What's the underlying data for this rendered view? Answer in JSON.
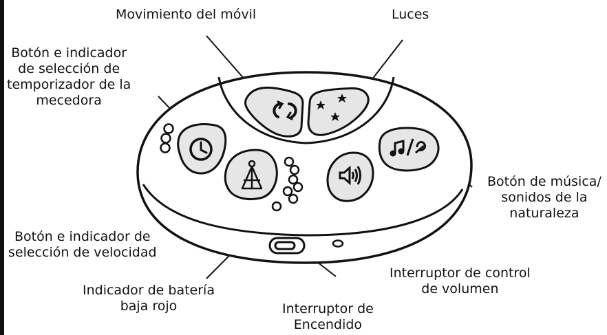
{
  "labels": {
    "movement": "Movimiento del móvil",
    "lights": "Luces",
    "timer": "Botón e indicador\nde selección de\ntemporizador de la\nmecedora",
    "speed": "Botón e indicador de\nselección de velocidad",
    "battery": "Indicador de batería\nbaja rojo",
    "power": "Interruptor de\nEncendido",
    "volume": "Interruptor de control\nde volumen",
    "music": "Botón de música/\nsonidos de la\nnaturaleza"
  },
  "icons": [
    "rotate-icon",
    "stars-icon",
    "clock-icon",
    "metronome-icon",
    "speaker-icon",
    "music-nature-icon",
    "power-switch-icon"
  ],
  "colors": {
    "button_fill": "#e6e6e6",
    "outline": "#111111",
    "background": "#ffffff"
  }
}
